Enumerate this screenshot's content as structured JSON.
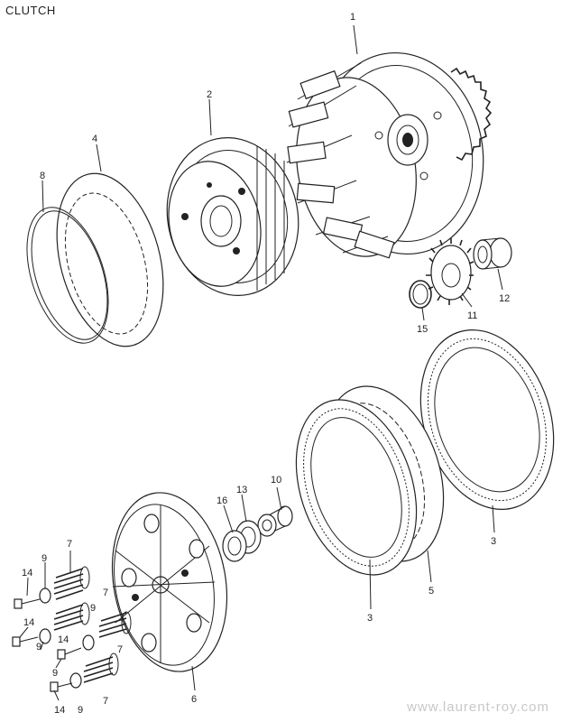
{
  "title": "CLUTCH",
  "watermark": "www.laurent-roy.com",
  "callouts": {
    "c1": "1",
    "c2": "2",
    "c3a": "3",
    "c3b": "3",
    "c4": "4",
    "c5": "5",
    "c6": "6",
    "c7a": "7",
    "c7b": "7",
    "c7c": "7",
    "c7d": "7",
    "c8": "8",
    "c9a": "9",
    "c9b": "9",
    "c9c": "9",
    "c9d": "9",
    "c9e": "9",
    "c10": "10",
    "c11": "11",
    "c12": "12",
    "c13": "13",
    "c14a": "14",
    "c14b": "14",
    "c14c": "14",
    "c14d": "14",
    "c15": "15",
    "c16": "16"
  }
}
